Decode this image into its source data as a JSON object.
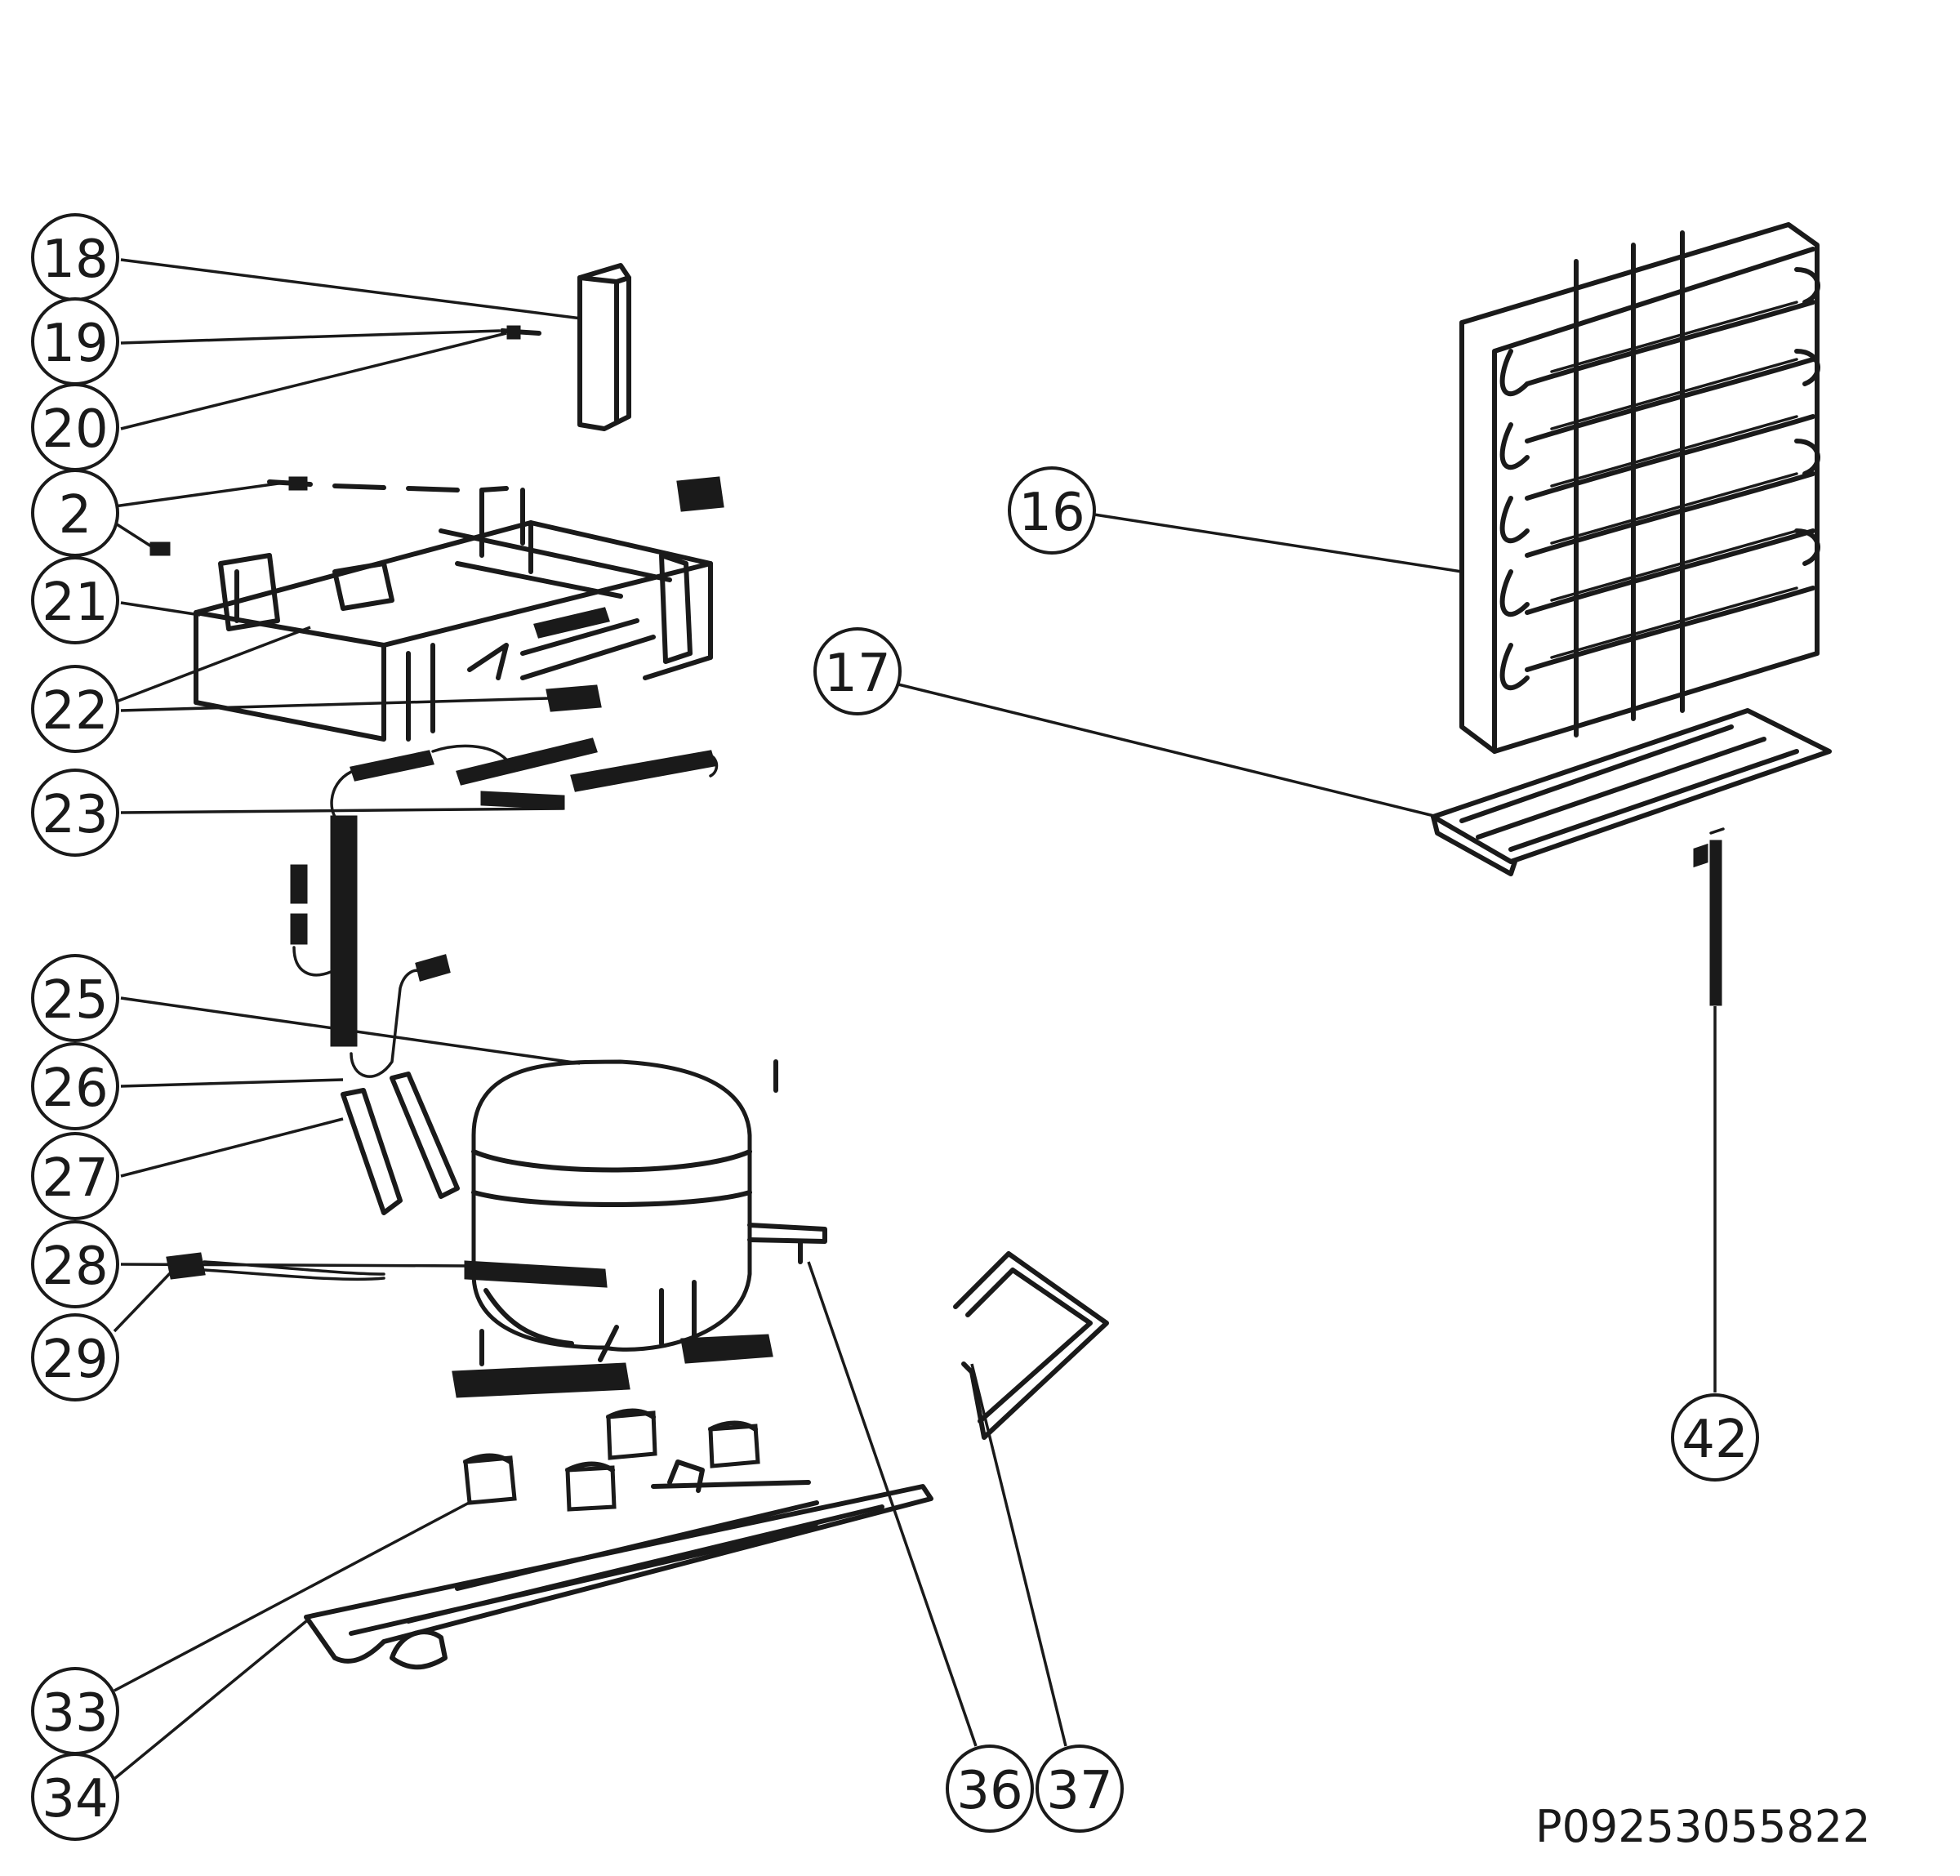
{
  "diagram": {
    "document_code": "P09253055822",
    "callouts": [
      {
        "label": "18"
      },
      {
        "label": "19"
      },
      {
        "label": "20"
      },
      {
        "label": "2"
      },
      {
        "label": "21"
      },
      {
        "label": "22"
      },
      {
        "label": "23"
      },
      {
        "label": "25"
      },
      {
        "label": "26"
      },
      {
        "label": "27"
      },
      {
        "label": "28"
      },
      {
        "label": "29"
      },
      {
        "label": "16"
      },
      {
        "label": "17"
      },
      {
        "label": "33"
      },
      {
        "label": "34"
      },
      {
        "label": "36"
      },
      {
        "label": "37"
      },
      {
        "label": "42"
      }
    ]
  }
}
